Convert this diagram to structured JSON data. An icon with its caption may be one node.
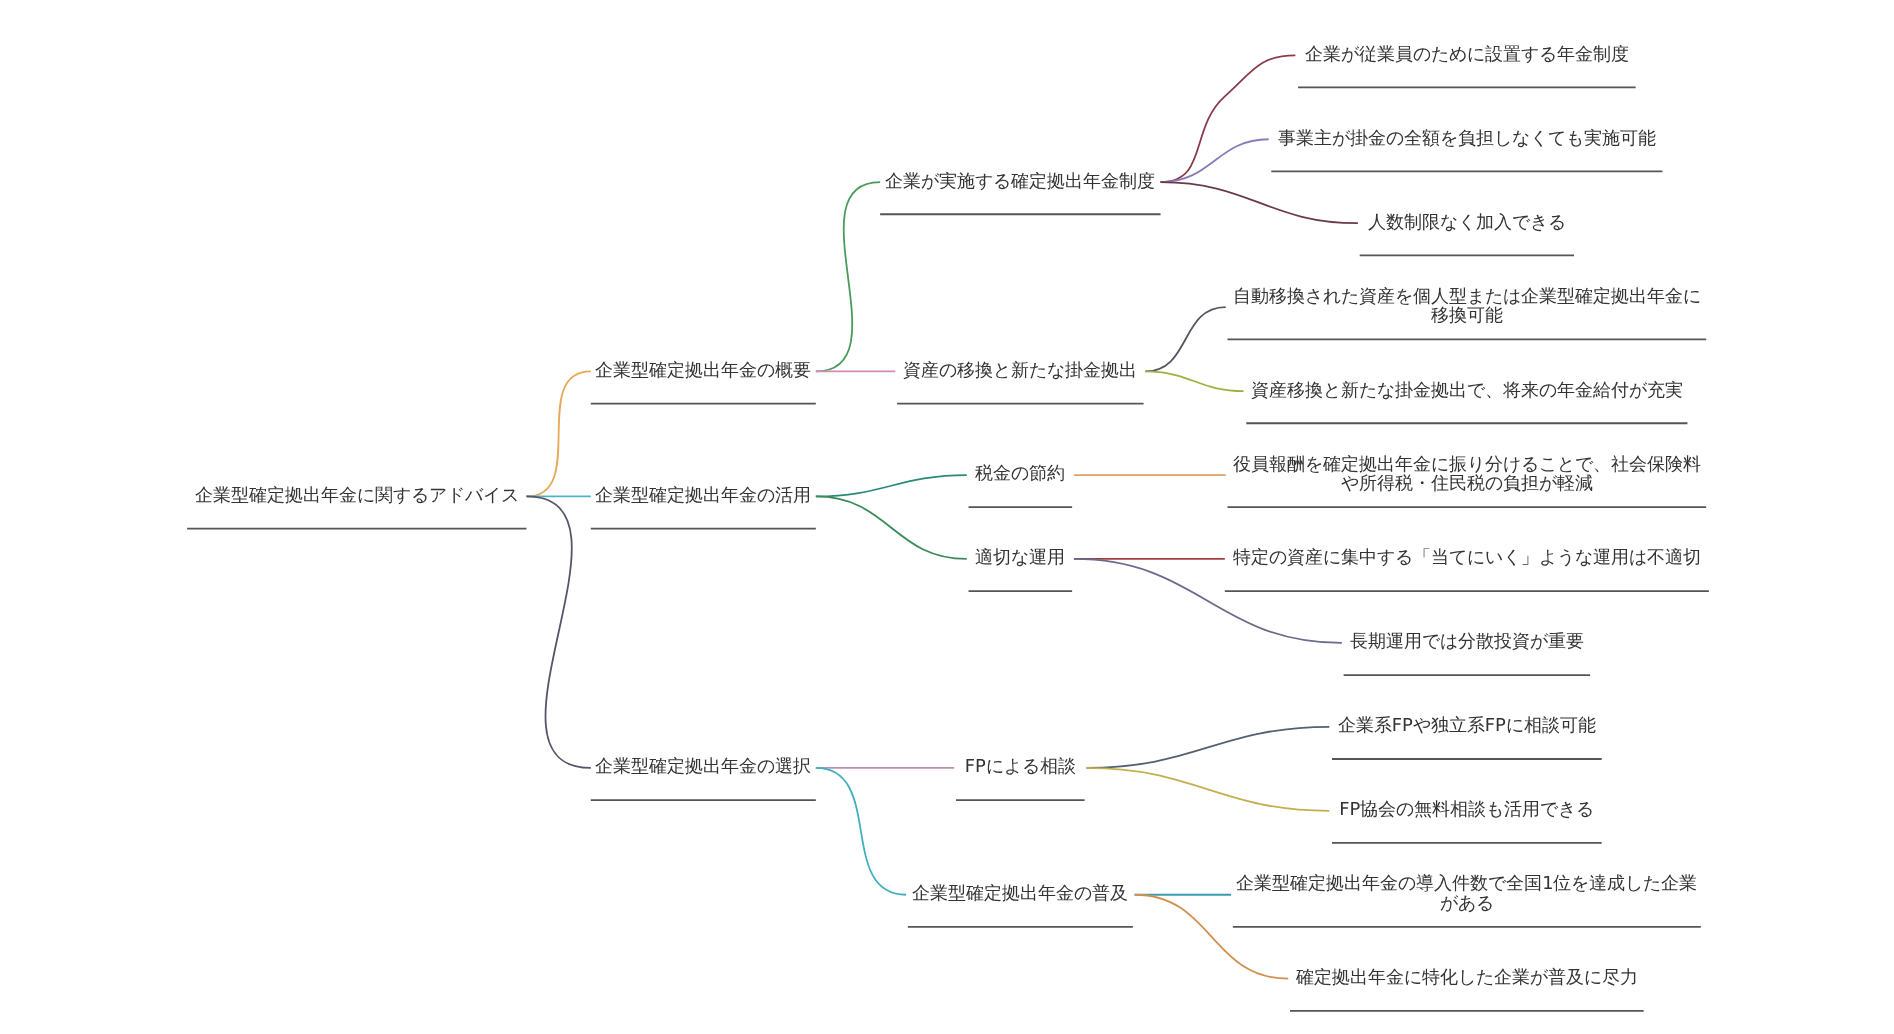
{
  "diagram": {
    "nodes": [
      {
        "text": [
          "企業型確定拠出年金に関するアドバイス"
        ]
      },
      {
        "text": [
          "企業型確定拠出年金の概要"
        ]
      },
      {
        "text": [
          "企業が実施する確定拠出年金制度"
        ]
      },
      {
        "text": [
          "企業が従業員のために設置する年金制度"
        ]
      },
      {
        "text": [
          "事業主が掛金の全額を負担しなくても実施可能"
        ]
      },
      {
        "text": [
          "人数制限なく加入できる"
        ]
      },
      {
        "text": [
          "資産の移換と新たな掛金拠出"
        ]
      },
      {
        "text": [
          "自動移換された資産を個人型または企業型確定拠出年金に移換可能"
        ]
      },
      {
        "text": [
          "資産移換と新たな掛金拠出で、将来の年金給付が充実"
        ]
      },
      {
        "text": [
          "企業型確定拠出年金の活用"
        ]
      },
      {
        "text": [
          "税金の節約"
        ]
      },
      {
        "text": [
          "役員報酬を確定拠出年金に振り分けることで、社会保険料や所得税・住民税の負担が軽減"
        ]
      },
      {
        "text": [
          "適切な運用"
        ]
      },
      {
        "text": [
          "特定の資産に集中する「当てにいく」ような運用は不適切"
        ]
      },
      {
        "text": [
          "長期運用では分散投資が重要"
        ]
      },
      {
        "text": [
          "企業型確定拠出年金の選択"
        ]
      },
      {
        "text": [
          "FPによる相談"
        ]
      },
      {
        "text": [
          "企業系FPや独立系FPに相談可能"
        ]
      },
      {
        "text": [
          "FP協会の無料相談も活用できる"
        ]
      },
      {
        "text": [
          "企業型確定拠出年金の普及"
        ]
      },
      {
        "text": [
          "企業型確定拠出年金の導入件数で全国1位を達成した企業がある"
        ]
      },
      {
        "text": [
          "確定拠出年金に特化した企業が普及に尽力"
        ]
      }
    ],
    "edges": [
      {
        "from": 0,
        "to": 1,
        "arrow": "none",
        "color": "#e8a857"
      },
      {
        "from": 1,
        "to": 2,
        "arrow": "none",
        "color": "#4a9a5a"
      },
      {
        "from": 2,
        "to": 3,
        "arrow": "none",
        "color": "#8a3a4a"
      },
      {
        "from": 2,
        "to": 4,
        "arrow": "none",
        "color": "#8a7ab8"
      },
      {
        "from": 2,
        "to": 5,
        "arrow": "none",
        "color": "#6a3a4a"
      },
      {
        "from": 1,
        "to": 6,
        "arrow": "none",
        "color": "#d08ac0"
      },
      {
        "from": 6,
        "to": 7,
        "arrow": "none",
        "color": "#555566"
      },
      {
        "from": 6,
        "to": 8,
        "arrow": "none",
        "color": "#a0b040"
      },
      {
        "from": 0,
        "to": 9,
        "arrow": "none",
        "color": "#4fb3c8"
      },
      {
        "from": 9,
        "to": 10,
        "arrow": "none",
        "color": "#2a8a7a"
      },
      {
        "from": 10,
        "to": 11,
        "arrow": "none",
        "color": "#e0a060"
      },
      {
        "from": 9,
        "to": 12,
        "arrow": "none",
        "color": "#3a8a5a"
      },
      {
        "from": 12,
        "to": 13,
        "arrow": "none",
        "color": "#a04040"
      },
      {
        "from": 12,
        "to": 14,
        "arrow": "none",
        "color": "#6a6a8a"
      },
      {
        "from": 0,
        "to": 15,
        "arrow": "none",
        "color": "#555566"
      },
      {
        "from": 15,
        "to": 16,
        "arrow": "none",
        "color": "#c090b0"
      },
      {
        "from": 16,
        "to": 17,
        "arrow": "none",
        "color": "#556070"
      },
      {
        "from": 16,
        "to": 18,
        "arrow": "none",
        "color": "#c0b050"
      },
      {
        "from": 15,
        "to": 19,
        "arrow": "none",
        "color": "#40b0c0"
      },
      {
        "from": 19,
        "to": 20,
        "arrow": "none",
        "color": "#3a9ab0"
      },
      {
        "from": 19,
        "to": 21,
        "arrow": "none",
        "color": "#d09050"
      }
    ]
  }
}
